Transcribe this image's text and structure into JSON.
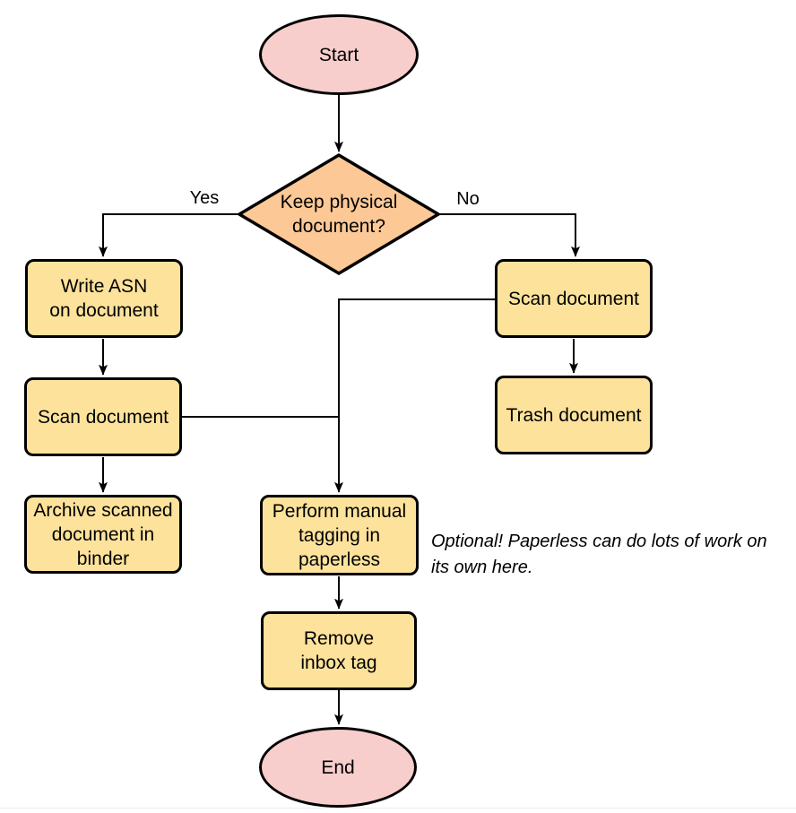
{
  "diagram": {
    "type": "flowchart",
    "colors": {
      "background": "#ffffff",
      "terminal_fill": "#F8CECC",
      "decision_fill": "#FBC896",
      "process_fill": "#FDE29C",
      "stroke": "#000000"
    },
    "nodes": {
      "start": {
        "label": "Start",
        "shape": "ellipse"
      },
      "decision": {
        "lines": [
          "Keep physical",
          "document?"
        ],
        "shape": "diamond"
      },
      "write_asn": {
        "lines": [
          "Write ASN",
          "on document"
        ],
        "shape": "rect"
      },
      "scan_left": {
        "label": "Scan document",
        "shape": "rect"
      },
      "archive": {
        "lines": [
          "Archive scanned",
          "document in",
          "binder"
        ],
        "shape": "rect"
      },
      "scan_right": {
        "label": "Scan document",
        "shape": "rect"
      },
      "trash": {
        "label": "Trash document",
        "shape": "rect"
      },
      "perform_tagging": {
        "lines": [
          "Perform manual",
          "tagging in",
          "paperless"
        ],
        "shape": "rect"
      },
      "remove_inbox": {
        "lines": [
          "Remove",
          "inbox tag"
        ],
        "shape": "rect"
      },
      "end": {
        "label": "End",
        "shape": "ellipse"
      }
    },
    "edge_labels": {
      "yes": "Yes",
      "no": "No"
    },
    "note": {
      "lines": [
        "Optional! Paperless can do lots of work on",
        "its own here."
      ]
    }
  }
}
